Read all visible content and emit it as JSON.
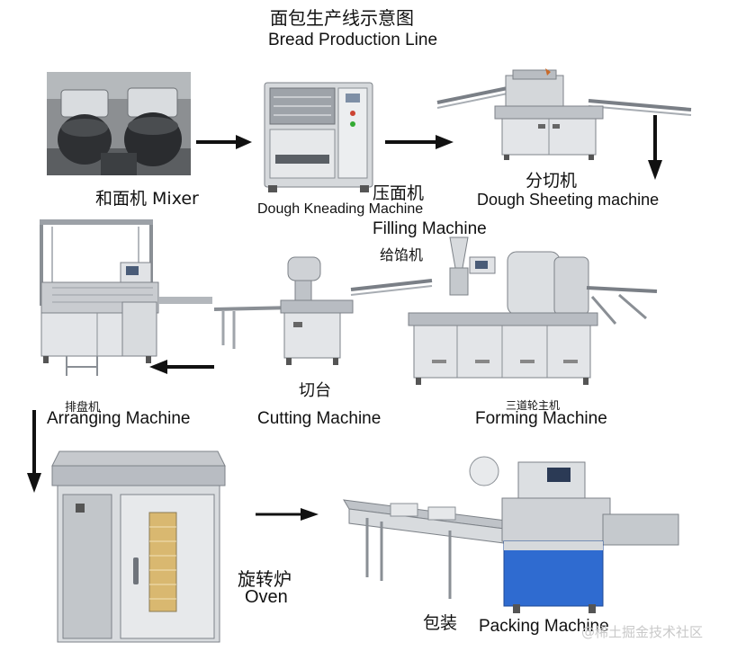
{
  "title": {
    "zh": "面包生产线示意图",
    "en": "Bread Production Line"
  },
  "stages": {
    "mixer": {
      "label": "和面机 Mixer"
    },
    "dough_kneading": {
      "zh": "压面机",
      "en": "Dough Kneading Machine"
    },
    "dough_sheeting": {
      "zh": "分切机",
      "en": "Dough Sheeting machine"
    },
    "filling": {
      "en": "Filling Machine",
      "zh": "给馅机"
    },
    "arranging": {
      "zh": "排盘机",
      "en": "Arranging Machine"
    },
    "cutting": {
      "zh": "切台",
      "en": "Cutting Machine"
    },
    "forming": {
      "zh": "三道轮主机",
      "en": "Forming Machine"
    },
    "oven": {
      "zh": "旋转炉",
      "en": "Oven"
    },
    "packing": {
      "zh": "包装",
      "en": "Packing Machine"
    }
  },
  "watermark": "@稀土掘金技术社区",
  "colors": {
    "steel_light": "#e4e6e9",
    "steel_mid": "#b8bcc2",
    "steel_dark": "#6f747b",
    "arrow": "#111111",
    "packing_blue": "#2f6bd0",
    "oven_window": "#d9b870"
  }
}
